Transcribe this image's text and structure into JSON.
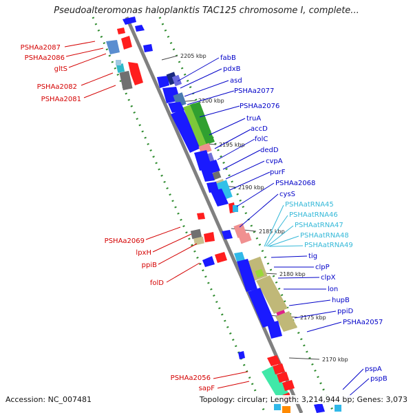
{
  "title": "Pseudoalteromonas haloplanktis TAC125 chromosome I, complete...",
  "footer": {
    "accession": "Accession: NC_007481",
    "topology": "Topology: circular; Length: 3,214,944 bp; Genes: 3,073"
  },
  "kbp_marks": [
    "2205 kbp",
    "2200 kbp",
    "2195 kbp",
    "2190 kbp",
    "2185 kbp",
    "2180 kbp",
    "2175 kbp",
    "2170 kbp"
  ],
  "left_labels": [
    "PSHAa2087",
    "PSHAa2086",
    "gltS",
    "PSHAa2082",
    "PSHAa2081",
    "PSHAa2069",
    "lpxH",
    "ppiB",
    "folD",
    "PSHAa2056",
    "sapF"
  ],
  "right_labels": [
    "fabB",
    "pdxB",
    "asd",
    "PSHAa2077",
    "PSHAa2076",
    "truA",
    "accD",
    "folC",
    "dedD",
    "cvpA",
    "purF",
    "PSHAa2068",
    "cysS",
    "tig",
    "clpP",
    "clpX",
    "lon",
    "hupB",
    "ppiD",
    "PSHAa2057",
    "pspA",
    "pspB"
  ],
  "trna_labels": [
    "PSHAatRNA45",
    "PSHAatRNA46",
    "PSHAatRNA47",
    "PSHAatRNA48",
    "PSHAatRNA49"
  ],
  "colors": {
    "red_label": "#d40000",
    "blue_label": "#0000c8",
    "trna_label": "#33b8d8",
    "backbone": "#808080",
    "dots": "#2e8b2e"
  }
}
